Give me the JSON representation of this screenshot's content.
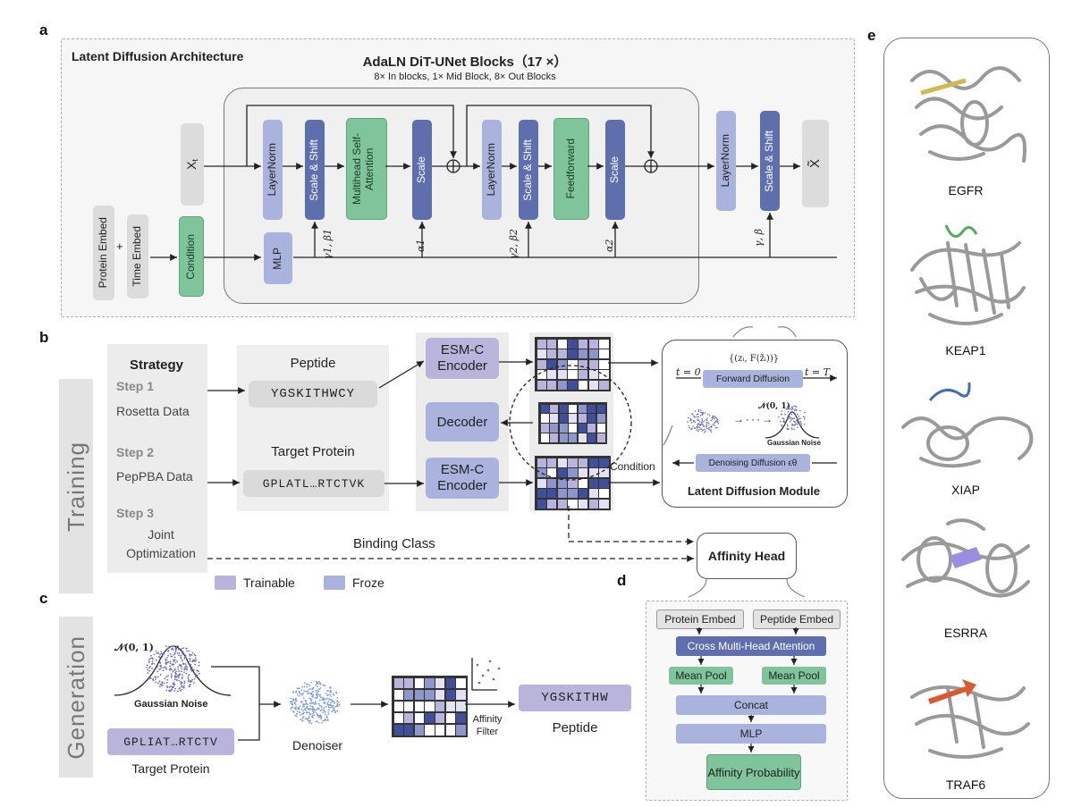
{
  "panels": {
    "a": "a",
    "b": "b",
    "c": "c",
    "d": "d",
    "e": "e"
  },
  "a": {
    "header": "Latent Diffusion Architecture",
    "block_title": "AdaLN DiT-UNet Blocks（17 ×）",
    "block_subtitle": "8× In blocks, 1× Mid Block, 8× Out Blocks",
    "protein_embed": "Protein Embed",
    "plus": "+",
    "time_embed": "Time Embed",
    "condition": "Condition",
    "xt": "X",
    "xt_sub": "t",
    "mlp": "MLP",
    "layernorm": "LayerNorm",
    "scale_shift": "Scale & Shift",
    "attention": "Multihead Self-Attention",
    "scale": "Scale",
    "feedforward": "Feedforward",
    "output": "X̃",
    "gamma1": "γ1, β1",
    "alpha1": "α1",
    "gamma2": "γ2, β2",
    "alpha2": "α2",
    "gamma": "γ, β"
  },
  "b": {
    "side_label": "Training",
    "strategy": "Strategy",
    "step1": "Step 1",
    "step1_desc": "Rosetta Data",
    "step2": "Step 2",
    "step2_desc": "PepPBA Data",
    "step3": "Step 3",
    "step3_desc": "Joint Optimization",
    "peptide_title": "Peptide",
    "peptide_seq": "YGSKITHWCY",
    "target_title": "Target Protein",
    "target_seq": "GPLATL…RTCTVK",
    "esm1": "ESM-C Encoder",
    "decoder": "Decoder",
    "esm2": "ESM-C Encoder",
    "condition": "Condition",
    "binding_class": "Binding Class",
    "affinity_head": "Affinity Head",
    "legend_trainable": "Trainable",
    "legend_froze": "Froze",
    "module": {
      "title": "Latent Diffusion Module",
      "set": "{(zᵢ, F(z̃ᵢ))}",
      "t0": "t = 0",
      "tT": "t = T",
      "forward": "Forward Diffusion",
      "normal": "𝒩(0, 1)",
      "gaussian": "Gaussian Noise",
      "denoising": "Denoising Diffusion ϵθ"
    }
  },
  "c": {
    "side_label": "Generation",
    "normal": "𝒩(0, 1)",
    "gaussian": "Gaussian Noise",
    "target_seq": "GPLIAT…RTCTV",
    "target_title": "Target Protein",
    "denoiser": "Denoiser",
    "filter": "Affinity Filter",
    "peptide_seq": "YGSKITHW",
    "peptide_title": "Peptide"
  },
  "d": {
    "protein_embed": "Protein Embed",
    "peptide_embed": "Peptide Embed",
    "attention": "Cross Multi-Head Attention",
    "pool1": "Mean Pool",
    "pool2": "Mean Pool",
    "concat": "Concat",
    "mlp": "MLP",
    "prob": "Affinity Probability"
  },
  "e": {
    "proteins": [
      "EGFR",
      "KEAP1",
      "XIAP",
      "ESRRA",
      "TRAF6"
    ]
  },
  "colors": {
    "layernorm": "#aab3dd",
    "scale_shift": "#5f6fae",
    "green": "#7fc49a",
    "trainable": "#b8b4dc",
    "froze": "#a9b3dd"
  }
}
